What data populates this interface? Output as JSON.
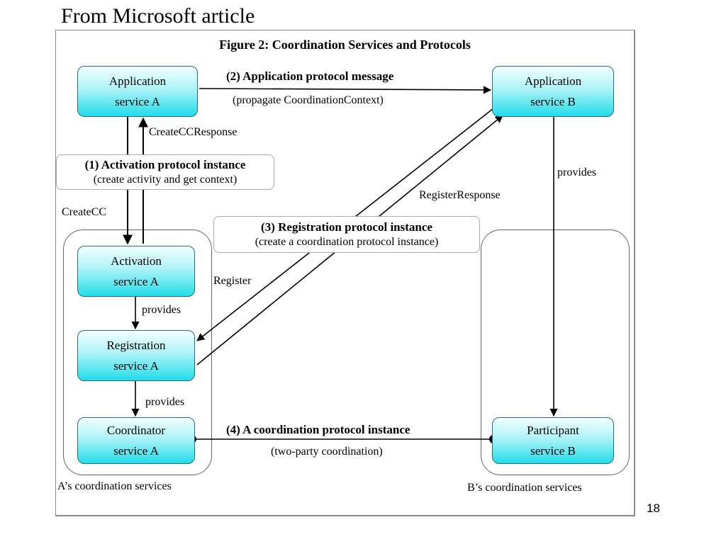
{
  "slide": {
    "title": "From Microsoft article",
    "page_number": "18"
  },
  "figure": {
    "title": "Figure 2: Coordination Services and Protocols",
    "groups": {
      "a_label": "A’s coordination services",
      "b_label": "B’s coordination services"
    },
    "services": {
      "app_a": [
        "Application",
        "service A"
      ],
      "app_b": [
        "Application",
        "service B"
      ],
      "activation_a": [
        "Activation",
        "service A"
      ],
      "registration_a": [
        "Registration",
        "service A"
      ],
      "coordinator_a": [
        "Coordinator",
        "service A"
      ],
      "participant_b": [
        "Participant",
        "service B"
      ]
    },
    "callouts": {
      "activation": {
        "title": "(1) Activation protocol instance",
        "sub": "(create activity and get context)"
      },
      "registration": {
        "title": "(3) Registration protocol instance",
        "sub": "(create a coordination protocol instance)"
      }
    },
    "messages": {
      "app_protocol_title": "(2) Application protocol message",
      "app_protocol_sub": "(propagate CoordinationContext)",
      "coordination_title": "(4) A coordination protocol instance",
      "coordination_sub": "(two-party coordination)",
      "create_cc_response": "CreateCCResponse",
      "create_cc": "CreateCC",
      "register": "Register",
      "register_response": "RegisterResponse",
      "provides_1": "provides",
      "provides_2": "provides",
      "provides_b": "provides"
    }
  }
}
